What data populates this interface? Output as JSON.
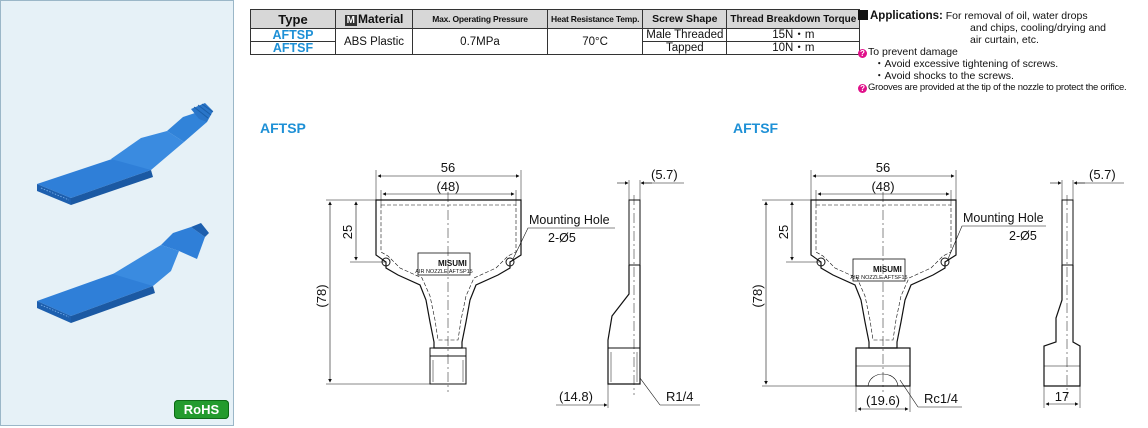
{
  "badge": "RoHS",
  "table": {
    "headers": {
      "type": "Type",
      "material_icon": "M",
      "material": "Material",
      "pressure": "Max. Operating Pressure",
      "heat": "Heat Resistance Temp.",
      "shape": "Screw Shape",
      "torque": "Thread Breakdown Torque"
    },
    "rows": [
      {
        "type": "AFTSP",
        "shape": "Male Threaded",
        "torque": "15N・m"
      },
      {
        "type": "AFTSF",
        "shape": "Tapped",
        "torque": "10N・m"
      }
    ],
    "material": "ABS Plastic",
    "pressure": "0.7MPa",
    "heat": "70°C"
  },
  "notes": {
    "app_label": "Applications:",
    "app_line1": "For removal of oil, water drops",
    "app_line2": "and chips, cooling/drying and",
    "app_line3": "air curtain, etc.",
    "damage": "To prevent damage",
    "bullet1": "・Avoid excessive tightening of screws.",
    "bullet2": "・Avoid shocks to the screws.",
    "grooves": "Grooves are provided at the tip of the nozzle to protect the orifice."
  },
  "drawings": [
    {
      "title": "AFTSP",
      "width": "56",
      "inner_width": "(48)",
      "thickness": "(5.7)",
      "height_upper": "25",
      "height_total": "(78)",
      "hole_label": "Mounting Hole",
      "hole_size": "2-Ø5",
      "thread": "R1/4",
      "thread_dim": "(14.8)",
      "logo": "MISUMI",
      "engraving": "AIR NOZZLE AFTSP15"
    },
    {
      "title": "AFTSF",
      "width": "56",
      "inner_width": "(48)",
      "thickness": "(5.7)",
      "height_upper": "25",
      "height_total": "(78)",
      "hole_label": "Mounting Hole",
      "hole_size": "2-Ø5",
      "thread": "Rc1/4",
      "thread_dim": "(19.6)",
      "side_dim": "17",
      "logo": "MISUMI",
      "engraving": "AIR NOZZLE AFTSF15"
    }
  ]
}
